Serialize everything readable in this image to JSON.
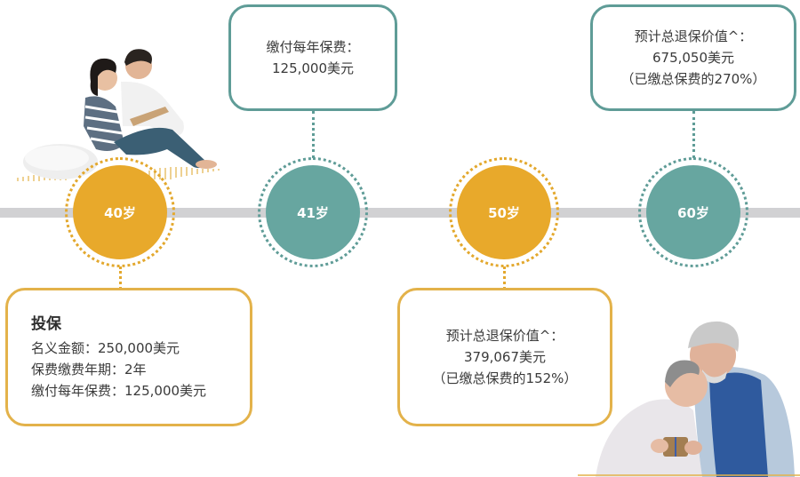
{
  "colors": {
    "gold": "#e8a92b",
    "teal": "#67a6a0",
    "timeline": "#d1d1d3",
    "text": "#3a3a3a"
  },
  "timeline": {
    "nodes": [
      {
        "label": "40岁",
        "color": "gold"
      },
      {
        "label": "41岁",
        "color": "teal"
      },
      {
        "label": "50岁",
        "color": "gold"
      },
      {
        "label": "60岁",
        "color": "teal"
      }
    ]
  },
  "cards": {
    "age40": {
      "title": "投保",
      "lines": [
        "名义金额：250,000美元",
        "保费缴费年期：2年",
        "缴付每年保费：125,000美元"
      ]
    },
    "age41": {
      "lines": [
        "缴付每年保费：",
        "125,000美元"
      ]
    },
    "age50": {
      "lines": [
        "预计总退保价值^：",
        "379,067美元",
        "（已缴总保费的152%）"
      ]
    },
    "age60": {
      "lines": [
        "预计总退保价值^：",
        "675,050美元",
        "（已缴总保费的270%）"
      ]
    }
  },
  "photos": {
    "young_couple": "young-couple-reading-photo",
    "senior_couple": "senior-couple-embracing-photo"
  }
}
